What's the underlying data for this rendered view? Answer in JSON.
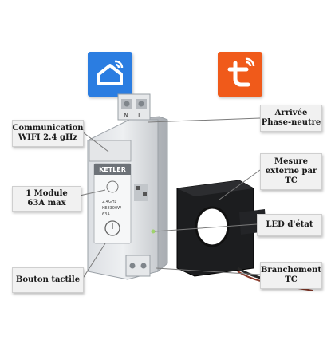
{
  "apps": {
    "smart_home": {
      "name": "smart-home-app-icon",
      "color": "#2b7de1"
    },
    "tuya": {
      "name": "tuya-app-icon",
      "color": "#f05a1a"
    }
  },
  "device": {
    "brand": "KETLER",
    "terminals_top": [
      "N",
      "L"
    ],
    "module_text_lines": [
      "2.4GHz",
      "KE8300W",
      "63A"
    ]
  },
  "callouts": {
    "communication": {
      "lines": [
        "Communication",
        "WIFI 2.4 gHz"
      ]
    },
    "module": {
      "lines": [
        "1 Module",
        "63A max"
      ]
    },
    "bouton": {
      "lines": [
        "Bouton tactile"
      ]
    },
    "arrivee": {
      "lines": [
        "Arrivée",
        "Phase-neutre"
      ]
    },
    "mesure": {
      "lines": [
        "Mesure",
        "externe par",
        "TC"
      ]
    },
    "led": {
      "lines": [
        "LED d'état"
      ]
    },
    "branchement": {
      "lines": [
        "Branchement",
        "TC"
      ]
    }
  }
}
